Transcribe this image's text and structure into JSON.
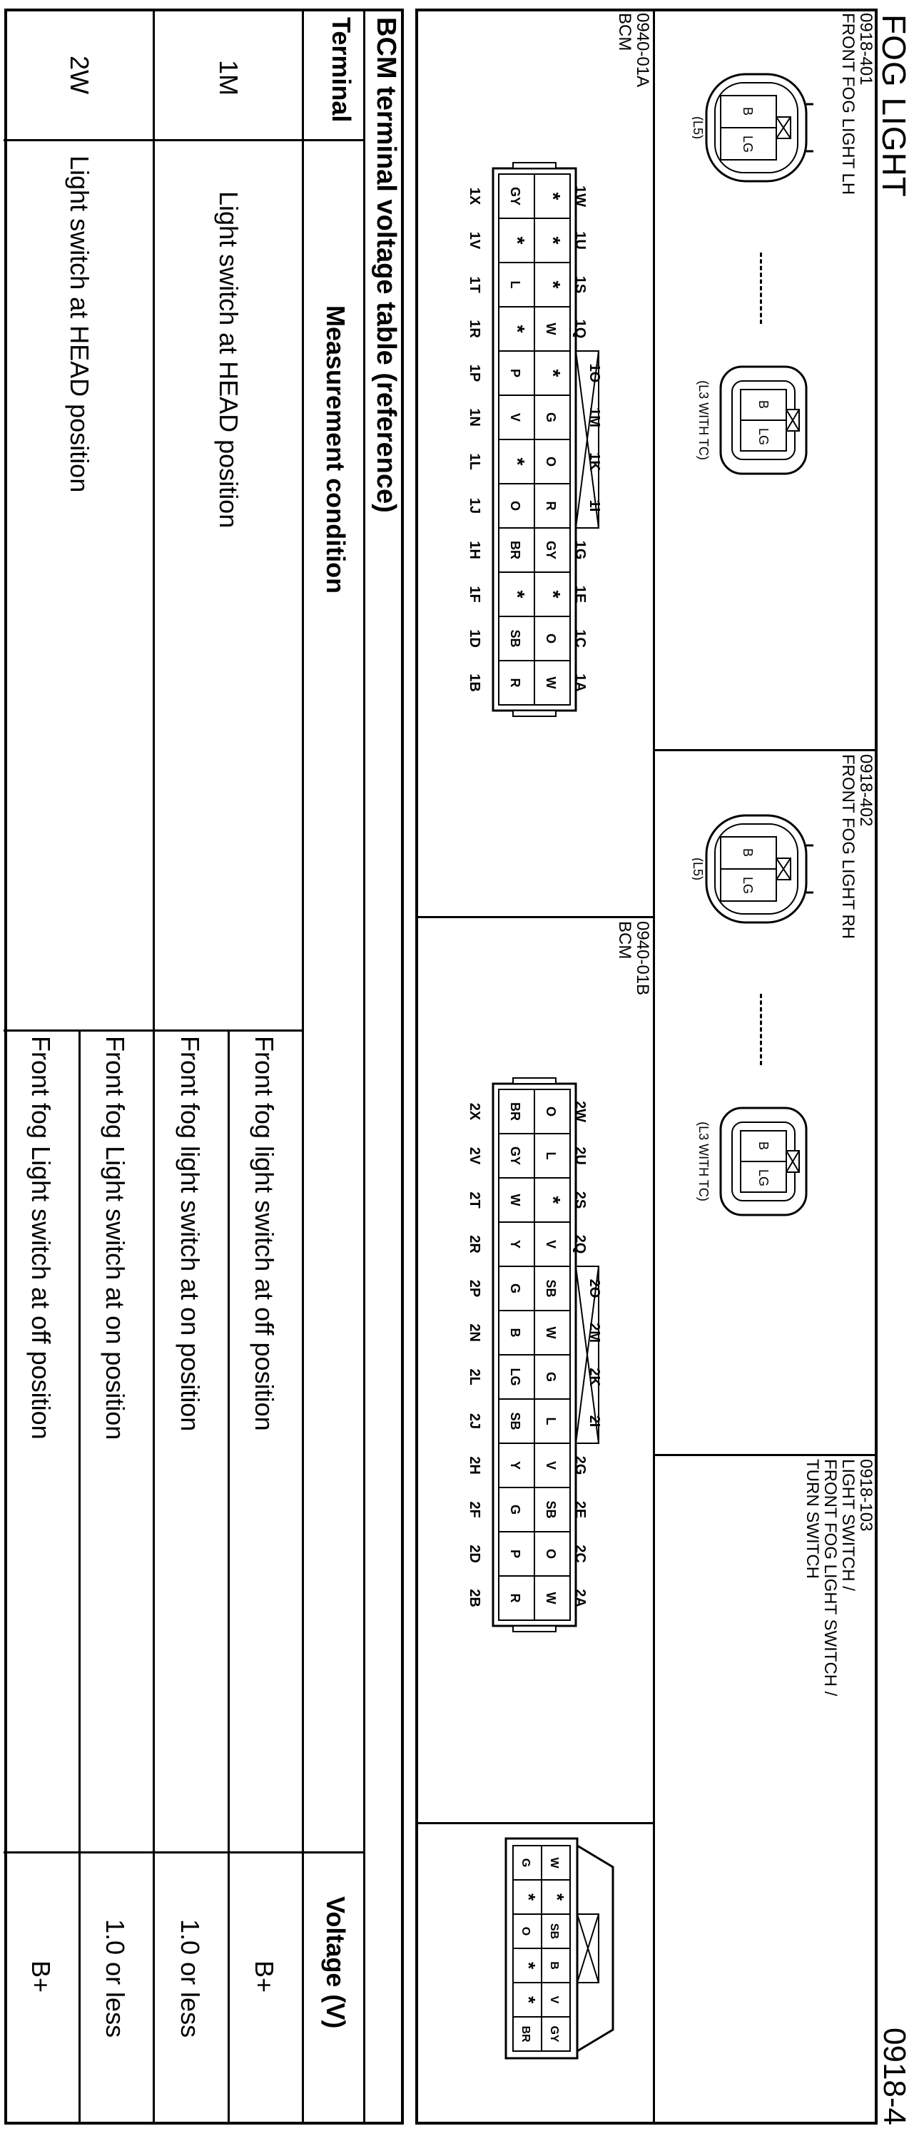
{
  "page": {
    "title": "FOG LIGHT",
    "page_number": "0918-4"
  },
  "connectors": [
    {
      "code": "0918-401",
      "name": "FRONT FOG LIGHT LH",
      "variant_a": "(L5)",
      "variant_b": "(L3 WITH TC)"
    },
    {
      "code": "0918-402",
      "name": "FRONT FOG LIGHT RH",
      "variant_a": "(L5)",
      "variant_b": "(L3 WITH TC)"
    },
    {
      "code": "0918-103",
      "name_lines": [
        "LIGHT SWITCH /",
        "FRONT FOG LIGHT SWITCH /",
        "TURN SWITCH"
      ]
    },
    {
      "code": "0940-01A",
      "name": "BCM"
    },
    {
      "code": "0940-01B",
      "name": "BCM"
    }
  ],
  "fog_pins": [
    "B",
    "LG"
  ],
  "bcm_a": {
    "top_labels": [
      "1W",
      "1U",
      "1S",
      "1Q",
      "1O",
      "1M",
      "1K",
      "1I",
      "1G",
      "1E",
      "1C",
      "1A"
    ],
    "row1": [
      "*",
      "*",
      "*",
      "W",
      "*",
      "G",
      "O",
      "R",
      "GY",
      "*",
      "O",
      "W"
    ],
    "row2": [
      "GY",
      "*",
      "L",
      "*",
      "P",
      "V",
      "*",
      "O",
      "BR",
      "*",
      "SB",
      "R"
    ],
    "bottom_labels": [
      "1X",
      "1V",
      "1T",
      "1R",
      "1P",
      "1N",
      "1L",
      "1J",
      "1H",
      "1F",
      "1D",
      "1B"
    ]
  },
  "bcm_b": {
    "top_labels": [
      "2W",
      "2U",
      "2S",
      "2Q",
      "2O",
      "2M",
      "2K",
      "2I",
      "2G",
      "2E",
      "2C",
      "2A"
    ],
    "row1": [
      "O",
      "L",
      "*",
      "V",
      "SB",
      "W",
      "G",
      "L",
      "V",
      "SB",
      "O",
      "W"
    ],
    "row2": [
      "BR",
      "GY",
      "W",
      "Y",
      "G",
      "B",
      "LG",
      "SB",
      "Y",
      "G",
      "P",
      "R"
    ],
    "bottom_labels": [
      "2X",
      "2V",
      "2T",
      "2R",
      "2P",
      "2N",
      "2L",
      "2J",
      "2H",
      "2F",
      "2D",
      "2B"
    ]
  },
  "light_switch": {
    "row1": [
      "W",
      "*",
      "SB",
      "B",
      "V",
      "GY"
    ],
    "row2": [
      "G",
      "*",
      "O",
      "*",
      "*",
      "BR"
    ]
  },
  "voltage_table": {
    "title": "BCM terminal voltage table (reference)",
    "headers": [
      "Terminal",
      "Measurement condition",
      "Voltage (V)"
    ],
    "groups": [
      {
        "terminal": "1M",
        "condition": "Light switch at HEAD position",
        "rows": [
          {
            "condition": "Front fog light switch at off position",
            "voltage": "B+"
          },
          {
            "condition": "Front fog light switch at on position",
            "voltage": "1.0 or less"
          }
        ]
      },
      {
        "terminal": "2W",
        "condition": "Light switch at HEAD position",
        "rows": [
          {
            "condition": "Front fog Light switch at on position",
            "voltage": "1.0 or less"
          },
          {
            "condition": "Front fog Light switch at off position",
            "voltage": "B+"
          }
        ]
      }
    ]
  }
}
